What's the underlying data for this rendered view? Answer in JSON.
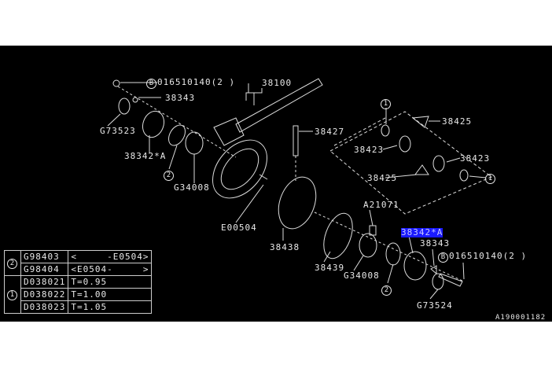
{
  "labels": {
    "bolt_top": "016510140(2 )",
    "bolt_top_mark": "B",
    "shaft": "38100",
    "washer_top": "38343",
    "seal_left": "G73523",
    "bearing_left": "38342*A",
    "ref2_left": "2",
    "bearing_g_left": "G34008",
    "pin": "38427",
    "ref1_top": "1",
    "pinion_top": "38425",
    "side_gear_left": "38423",
    "side_gear_right": "38423",
    "pinion_bottom": "38425",
    "ref1_right": "1",
    "e_clip": "E00504",
    "bolt_a": "A21071",
    "bearing_right_selected": "38342*A",
    "washer_right": "38343",
    "bolt_right": "016510140(2 )",
    "bolt_right_mark": "B",
    "case": "38438",
    "ring": "38439",
    "bearing_g_right": "G34008",
    "ref2_right": "2",
    "seal_right": "G73524",
    "drawing_id": "A190001182"
  },
  "table": {
    "groups": [
      {
        "mark": "2",
        "rows": [
          [
            "G98403",
            "<     -E0504>"
          ],
          [
            "G98404",
            "<E0504-     >"
          ]
        ]
      },
      {
        "mark": "1",
        "rows": [
          [
            "D038021",
            "T=0.95"
          ],
          [
            "D038022",
            "T=1.00"
          ],
          [
            "D038023",
            "T=1.05"
          ]
        ]
      }
    ]
  },
  "colors": {
    "background": "#000000",
    "line": "#e8e8e8",
    "highlight": "#1a1aff"
  }
}
